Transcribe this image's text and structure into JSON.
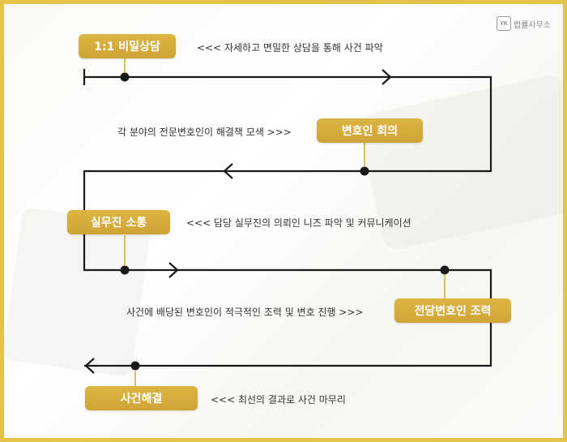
{
  "logo": {
    "mark": "YK",
    "text": "법률사무소"
  },
  "steps": [
    {
      "label": "1:1 비밀상담",
      "note": "<<<  자세하고 면밀한 상담을 통해 사건 파악"
    },
    {
      "label": "변호인 회의",
      "note": "각 분야의 전문변호인이 해결책 모색  >>>"
    },
    {
      "label": "실무진 소통",
      "note": "<<<  담당 실무진의 의뢰인 니즈 파악 및 커뮤니케이션"
    },
    {
      "label": "전담변호인 조력",
      "note": "사건에 배당된 변호인이 적극적인 조력 및 변호 진행  >>>"
    },
    {
      "label": "사건해결",
      "note": "<<<  최선의 결과로 사건 마무리"
    }
  ],
  "colors": {
    "gold": "#d4aa3c",
    "line": "#1a1a1a",
    "frame": "#e4c34a"
  }
}
